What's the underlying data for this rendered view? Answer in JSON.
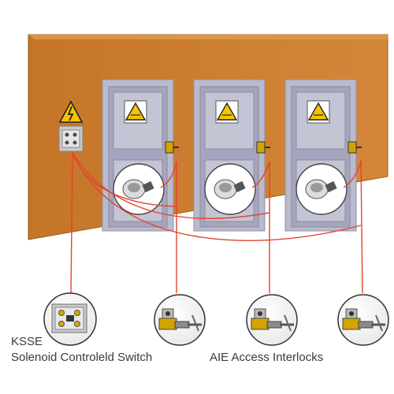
{
  "labels": {
    "switch_name": "KSSE",
    "switch_desc": "Solenoid Controleld Switch",
    "interlocks_desc": "AIE Access Interlocks"
  },
  "colors": {
    "wall": "#c87a2c",
    "wall_top": "#d98c3a",
    "door": "#a5a6bd",
    "door_frame": "#b9bacb",
    "cable": "#e2452f",
    "warning": "#f5c400"
  },
  "icons": {
    "warning": "electrical-hazard-warning-sign",
    "door_warning": "hazard-warning-sign",
    "lock": "key-lock-symbol"
  },
  "doors": [
    {
      "name": "door-1"
    },
    {
      "name": "door-2"
    },
    {
      "name": "door-3"
    }
  ],
  "interlocks": [
    {
      "name": "aie-interlock-1"
    },
    {
      "name": "aie-interlock-2"
    },
    {
      "name": "aie-interlock-3"
    }
  ]
}
